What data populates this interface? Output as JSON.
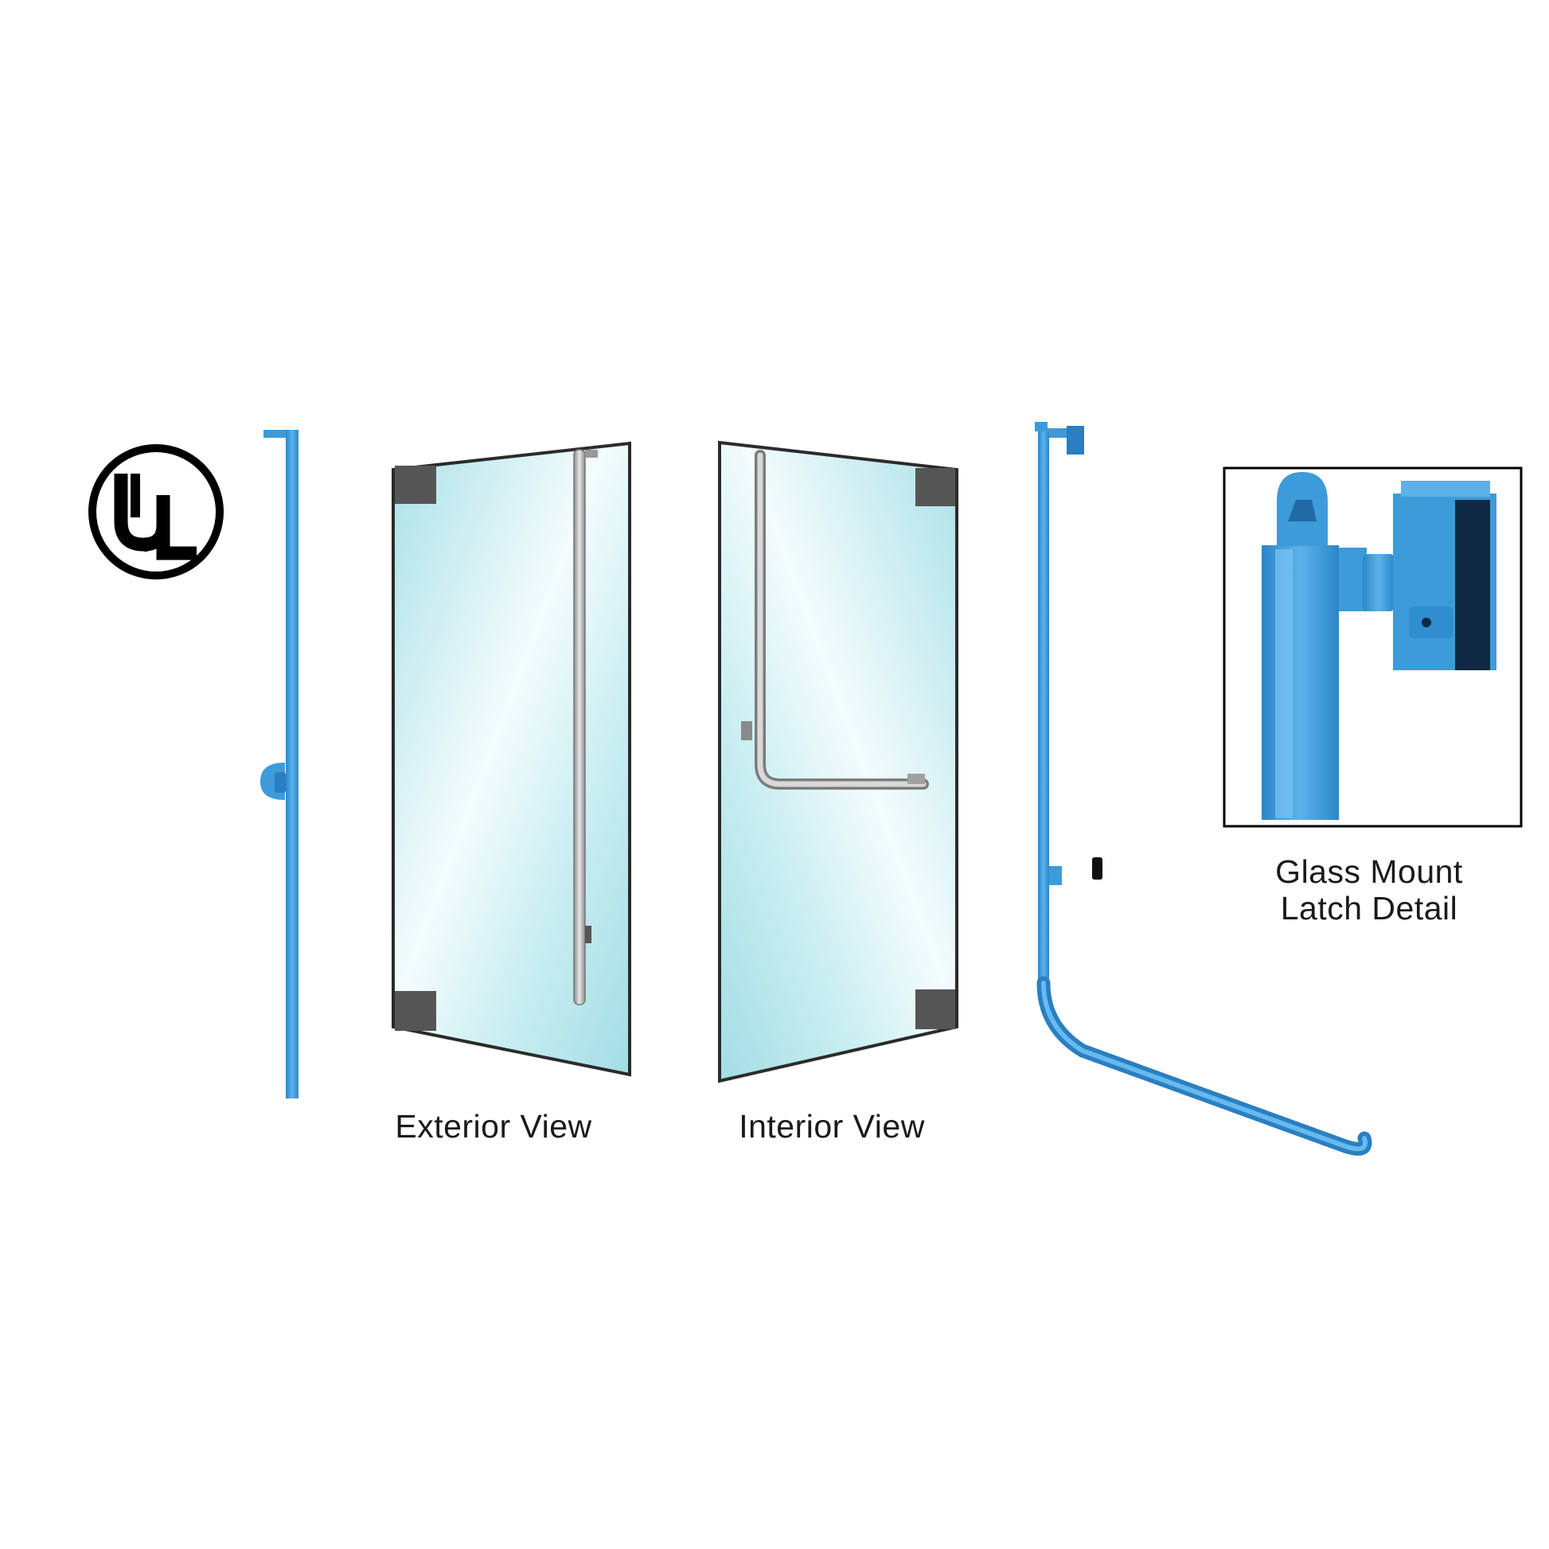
{
  "logo": {
    "text": "UL"
  },
  "captions": {
    "exterior": "Exterior View",
    "interior": "Interior View",
    "detail_line1": "Glass Mount",
    "detail_line2": "Latch Detail"
  },
  "colors": {
    "hardware_blue": "#3d9bd9",
    "hardware_blue_dark": "#2a7fc0",
    "glass_tint": "#bfe9ee",
    "glass_edge": "#2b2b2b",
    "patch_fitting": "#555555",
    "pull_handle": "#c9c9c9"
  },
  "icons": [
    "ul-logo-icon"
  ]
}
